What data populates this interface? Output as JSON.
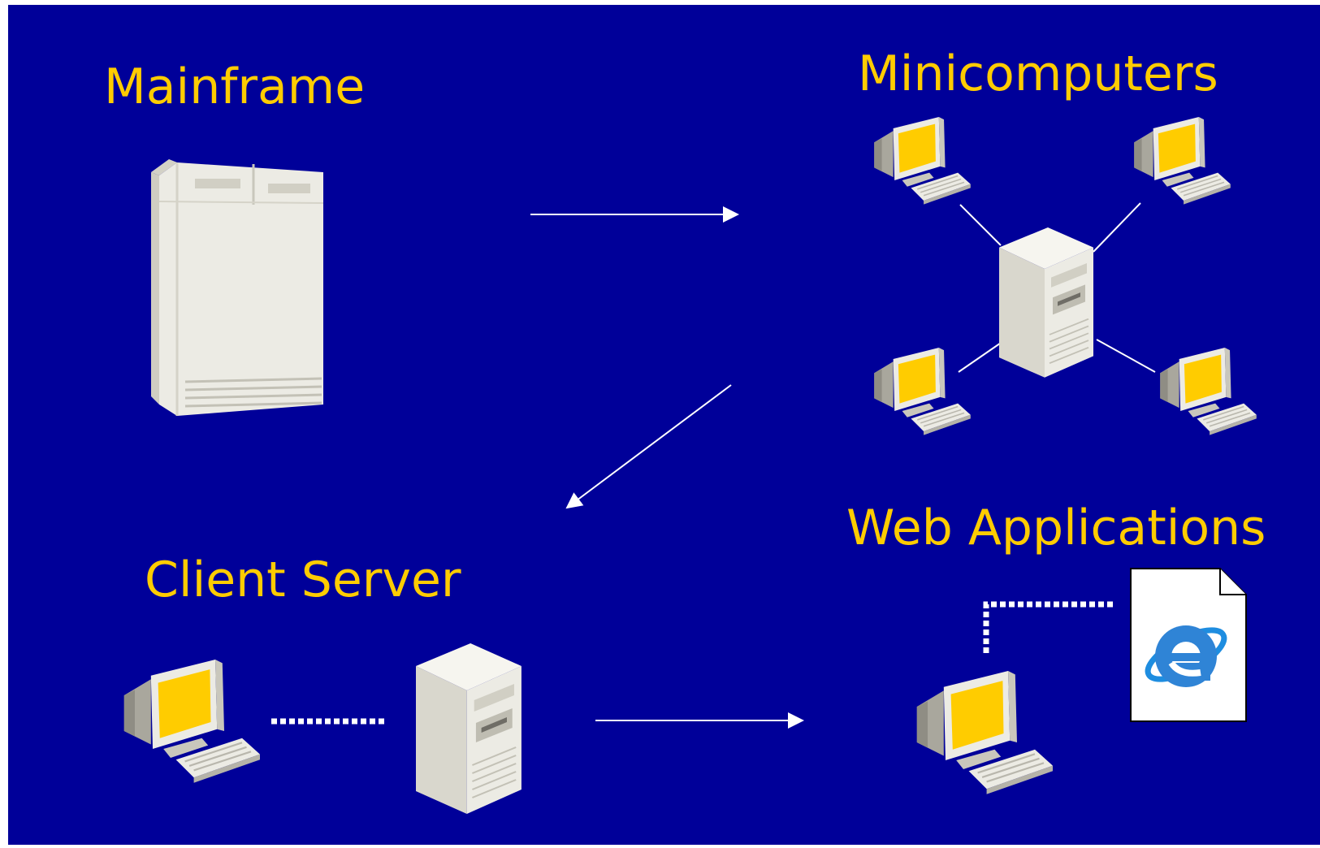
{
  "colors": {
    "background": "#000099",
    "label": "#ffcc00",
    "arrow": "#ffffff",
    "screen": "#ffcc00",
    "device_body": "#ecebe4",
    "device_shadow": "#c9c7bc"
  },
  "stages": {
    "mainframe": {
      "label": "Mainframe",
      "icon": "mainframe-icon"
    },
    "minicomputers": {
      "label": "Minicomputers",
      "icon": "network-of-terminals-icon"
    },
    "client_server": {
      "label": "Client Server",
      "icon": "client-server-icon"
    },
    "web_applications": {
      "label": "Web Applications",
      "icon": "internet-explorer-icon"
    }
  },
  "flow": [
    {
      "from": "mainframe",
      "to": "minicomputers"
    },
    {
      "from": "minicomputers",
      "to": "client_server"
    },
    {
      "from": "client_server",
      "to": "web_applications"
    }
  ]
}
